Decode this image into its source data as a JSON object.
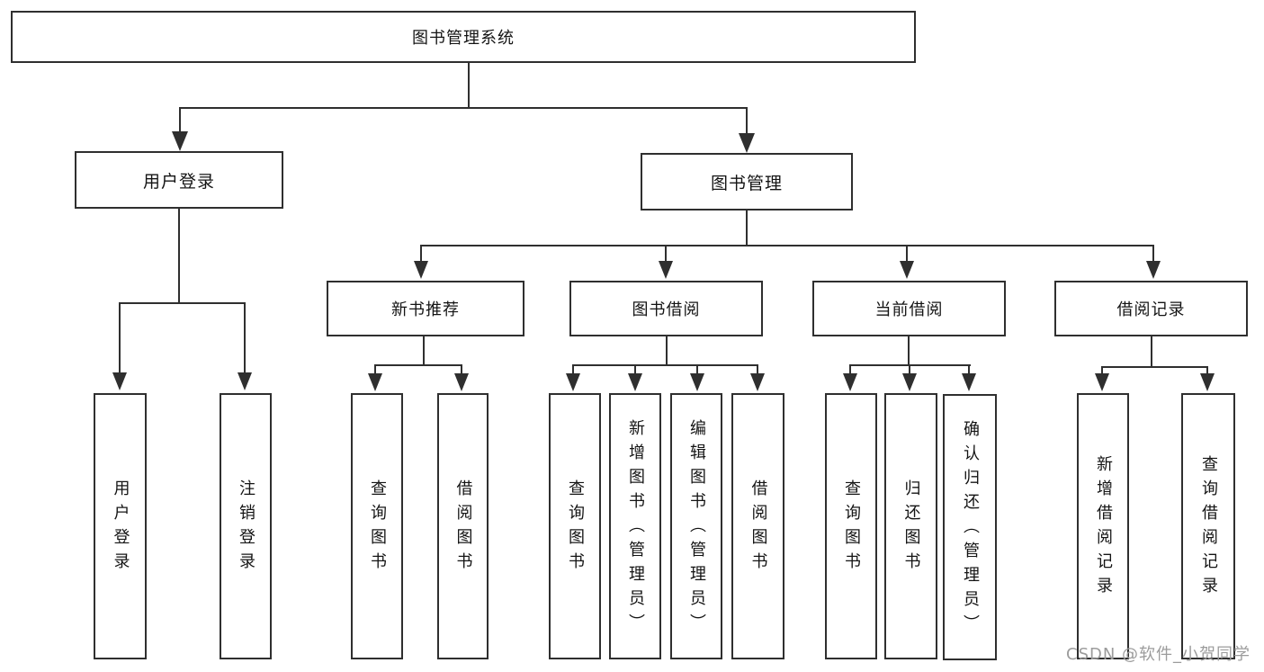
{
  "colors": {
    "line": "#2f2f2f",
    "box_border": "#2f2f2f",
    "text": "#141414",
    "watermark": "#9c9c9c",
    "background": "#ffffff"
  },
  "tree": {
    "root": "图书管理系统",
    "level1": [
      {
        "label": "用户登录",
        "children": [
          "用户登录",
          "注销登录"
        ]
      },
      {
        "label": "图书管理"
      }
    ],
    "level2": [
      {
        "label": "新书推荐",
        "children": [
          "查询图书",
          "借阅图书"
        ]
      },
      {
        "label": "图书借阅",
        "children": [
          "查询图书",
          "新增图书（管理员）",
          "编辑图书（管理员）",
          "借阅图书"
        ]
      },
      {
        "label": "当前借阅",
        "children": [
          "查询图书",
          "归还图书",
          "确认归还（管理员）"
        ]
      },
      {
        "label": "借阅记录",
        "children": [
          "新增借阅记录",
          "查询借阅记录"
        ]
      }
    ]
  },
  "watermark": {
    "text": "CSDN @软件_小贺同学"
  }
}
